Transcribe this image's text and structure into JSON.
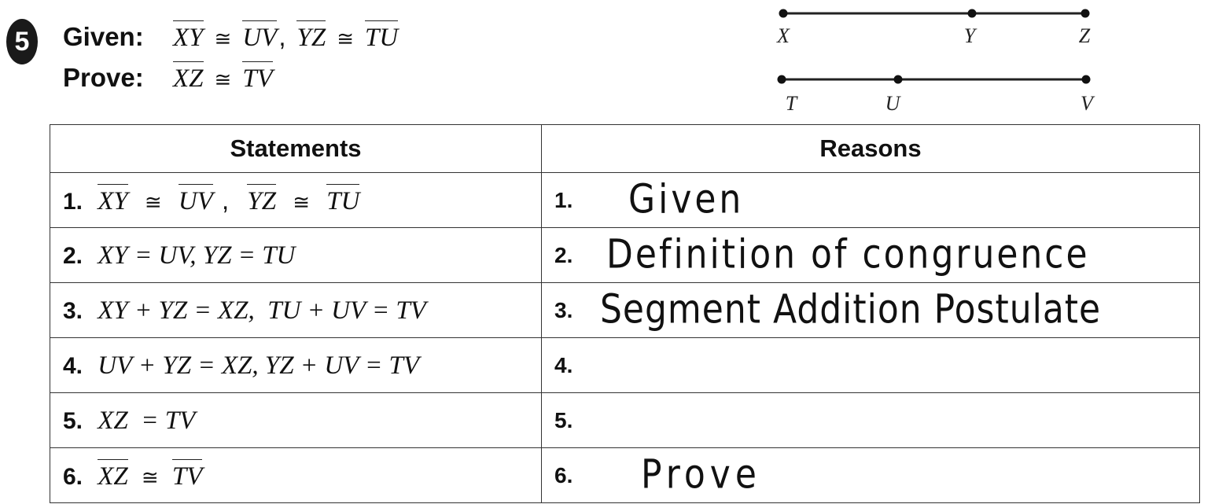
{
  "problem": {
    "number": "5",
    "given": {
      "label": "Given:",
      "seg1": "XY",
      "seg2": "UV",
      "seg3": "YZ",
      "seg4": "TU",
      "cong": "≅",
      "comma": ","
    },
    "prove": {
      "label": "Prove:",
      "seg1": "XZ",
      "seg2": "TV",
      "cong": "≅"
    }
  },
  "diagram": {
    "line1": {
      "points": [
        "X",
        "Y",
        "Z"
      ]
    },
    "line2": {
      "points": [
        "T",
        "U",
        "V"
      ]
    }
  },
  "table": {
    "headers": {
      "statements": "Statements",
      "reasons": "Reasons"
    },
    "rows": [
      {
        "num": "1.",
        "statement": {
          "s1": "XY",
          "s2": "UV",
          "s3": "YZ",
          "s4": "TU",
          "cong": "≅",
          "comma": ","
        },
        "reason_num": "1.",
        "reason": "Given"
      },
      {
        "num": "2.",
        "statement": {
          "text": "XY = UV, YZ = TU"
        },
        "reason_num": "2.",
        "reason": "Definition of congruence"
      },
      {
        "num": "3.",
        "statement": {
          "text": "XY + YZ = XZ,  TU + UV = TV"
        },
        "reason_num": "3.",
        "reason": "Segment Addition Postulate"
      },
      {
        "num": "4.",
        "statement": {
          "text": "UV + YZ = XZ, YZ + UV = TV"
        },
        "reason_num": "4.",
        "reason": ""
      },
      {
        "num": "5.",
        "statement": {
          "text": "XZ  = TV"
        },
        "reason_num": "5.",
        "reason": ""
      },
      {
        "num": "6.",
        "statement": {
          "s1": "XZ",
          "s2": "TV",
          "cong": "≅"
        },
        "reason_num": "6.",
        "reason": "Prove"
      }
    ]
  }
}
